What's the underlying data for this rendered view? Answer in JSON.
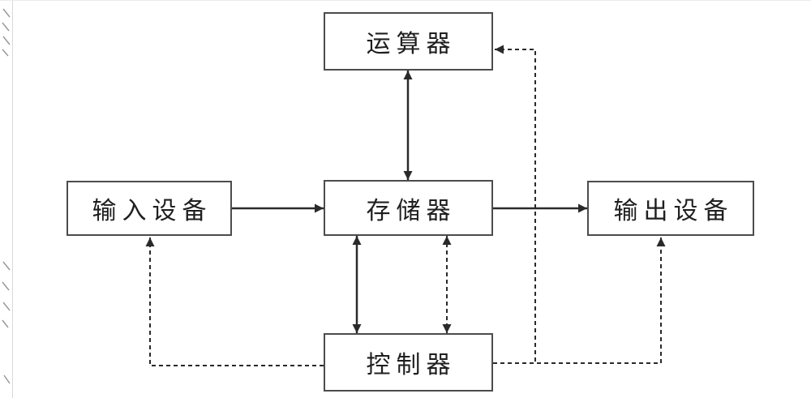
{
  "diagram": {
    "type": "block-diagram",
    "topic": "computer architecture (von Neumann) block diagram",
    "nodes": [
      {
        "id": "alu",
        "label": "运算器"
      },
      {
        "id": "input",
        "label": "输入设备"
      },
      {
        "id": "memory",
        "label": "存储器"
      },
      {
        "id": "output",
        "label": "输出设备"
      },
      {
        "id": "control",
        "label": "控制器"
      }
    ],
    "edges": [
      {
        "from": "alu",
        "to": "memory",
        "style": "solid",
        "direction": "both"
      },
      {
        "from": "input",
        "to": "memory",
        "style": "solid",
        "direction": "forward"
      },
      {
        "from": "memory",
        "to": "output",
        "style": "solid",
        "direction": "forward"
      },
      {
        "from": "memory",
        "to": "control",
        "style": "solid",
        "direction": "both"
      },
      {
        "from": "memory",
        "to": "control",
        "style": "dashed",
        "direction": "both"
      },
      {
        "from": "control",
        "to": "alu",
        "style": "dashed",
        "direction": "forward"
      },
      {
        "from": "control",
        "to": "output",
        "style": "dashed",
        "direction": "forward"
      },
      {
        "from": "control",
        "to": "input",
        "style": "dashed",
        "direction": "forward"
      }
    ],
    "colors": {
      "line": "#2a2a2a",
      "box_border": "#4c4c4c",
      "text": "#1f1f1f",
      "background": "#ffffff"
    }
  }
}
